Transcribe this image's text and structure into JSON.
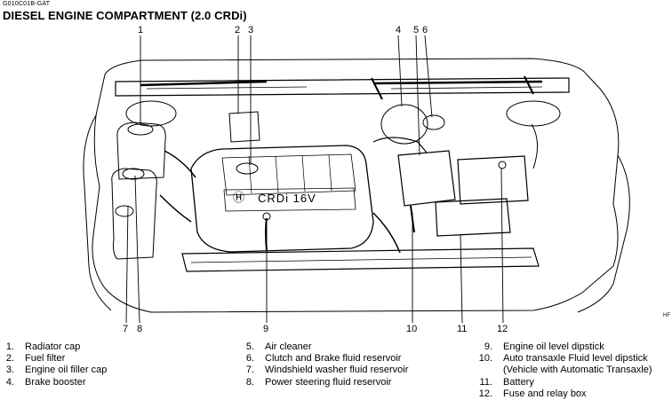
{
  "header": {
    "code": "G010C01B-GAT",
    "title": "DIESEL ENGINE COMPARTMENT (2.0 CRDi)"
  },
  "engine_labels": {
    "logo": "Ⓗ",
    "badge": "CRDi 16V"
  },
  "corner_mark": "HF",
  "callouts": [
    "1",
    "2",
    "3",
    "4",
    "5",
    "6",
    "7",
    "8",
    "9",
    "10",
    "11",
    "12"
  ],
  "legend": {
    "col1": [
      {
        "num": "1.",
        "text": "Radiator cap"
      },
      {
        "num": "2.",
        "text": "Fuel filter"
      },
      {
        "num": "3.",
        "text": "Engine oil filler cap"
      },
      {
        "num": "4.",
        "text": "Brake booster"
      }
    ],
    "col2": [
      {
        "num": "5.",
        "text": "Air cleaner"
      },
      {
        "num": "6.",
        "text": "Clutch and Brake fluid reservoir"
      },
      {
        "num": "7.",
        "text": "Windshield washer fluid reservoir"
      },
      {
        "num": "8.",
        "text": "Power steering fluid reservoir"
      }
    ],
    "col3": [
      {
        "num": "9.",
        "text": "Engine oil level dipstick"
      },
      {
        "num": "10.",
        "text": "Auto transaxle Fluid level dipstick"
      },
      {
        "num": "",
        "text": "(Vehicle with Automatic Transaxle)"
      },
      {
        "num": "11.",
        "text": "Battery"
      },
      {
        "num": "12.",
        "text": "Fuse and relay box"
      }
    ]
  },
  "colors": {
    "ink": "#000000",
    "background": "#ffffff"
  }
}
